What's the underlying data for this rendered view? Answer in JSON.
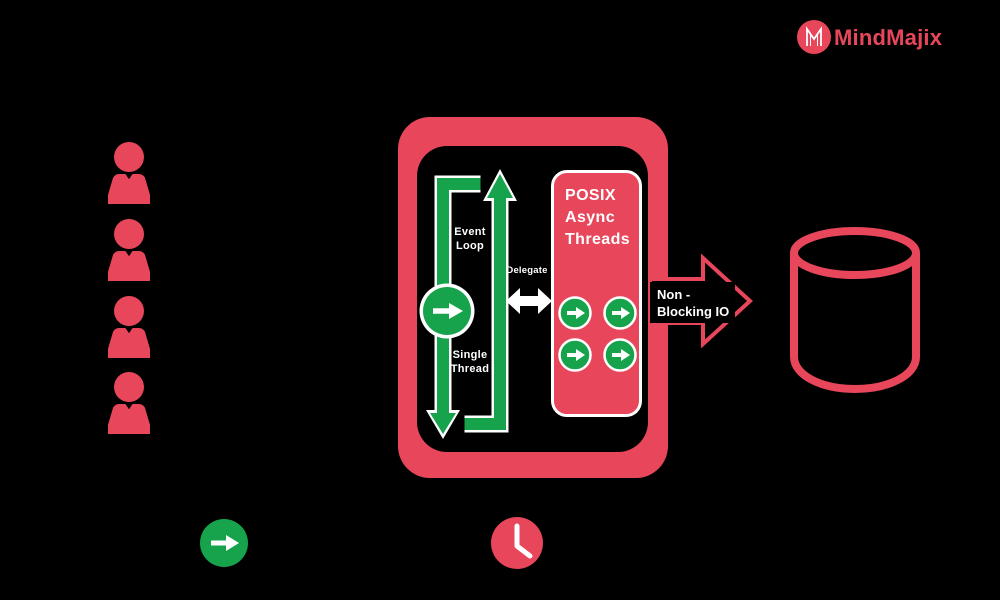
{
  "colors": {
    "background": "#000000",
    "red": "#e8465b",
    "green": "#17a34c",
    "white": "#ffffff"
  },
  "logo": {
    "brand": "MindMajix",
    "icon": "mindmajix-m-icon"
  },
  "clients": {
    "icon": "user-icon",
    "count": 4
  },
  "event_loop": {
    "event_loop_label": "Event\nLoop",
    "single_thread_label": "Single\nThread",
    "delegate_label": "Delegate",
    "thread_marker_icon": "arrow-right-circle-icon"
  },
  "posix": {
    "title": "POSIX\nAsync\nThreads",
    "worker_icon": "arrow-right-circle-icon",
    "worker_count": 4
  },
  "io": {
    "non_blocking_label": "Non -\nBlocking IO",
    "arrow_icon": "right-block-arrow-icon",
    "database_icon": "database-cylinder-icon"
  },
  "legend": {
    "request_icon": "arrow-right-circle-icon",
    "time_icon": "clock-icon"
  }
}
